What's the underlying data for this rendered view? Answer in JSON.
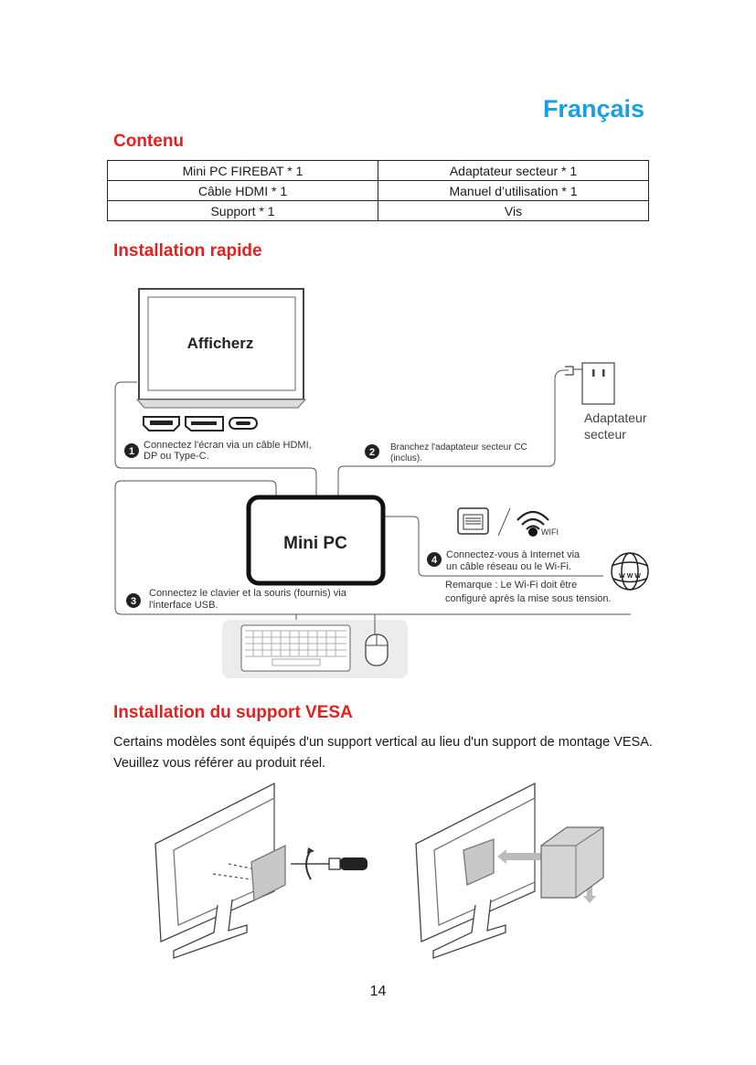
{
  "language_title": "Français",
  "contents": {
    "heading": "Contenu",
    "rows": [
      [
        "Mini PC FIREBAT * 1",
        "Adaptateur secteur * 1"
      ],
      [
        "Câble HDMI * 1",
        "Manuel d’utilisation * 1"
      ],
      [
        "Support * 1",
        "Vis"
      ]
    ]
  },
  "quick_install": {
    "heading": "Installation rapide",
    "display_label": "Afficherz",
    "minipc_label": "Mini PC",
    "adapter_label_1": "Adaptateur",
    "adapter_label_2": "secteur",
    "wifi_label": "WIFI",
    "steps": [
      {
        "num": "1",
        "line1": "Connectez l'écran via un câble HDMI,",
        "line2": "DP ou Type-C."
      },
      {
        "num": "2",
        "line1": "Branchez l'adaptateur secteur CC",
        "line2": "(inclus)."
      },
      {
        "num": "3",
        "line1": "Connectez le clavier et la souris (fournis) via",
        "line2": "l'interface USB."
      },
      {
        "num": "4",
        "line1": "Connectez-vous à Internet via",
        "line2": "un câble réseau ou le Wi-Fi."
      }
    ],
    "remark_line1": "Remarque : Le Wi-Fi doit être",
    "remark_line2": "configuré après la mise sous tension.",
    "www_label": "W W W"
  },
  "vesa": {
    "heading": "Installation du support VESA",
    "text": "Certains modèles sont équipés d'un support vertical au lieu d'un support de montage VESA. Veuillez vous référer au produit réel."
  },
  "page_number": "14"
}
